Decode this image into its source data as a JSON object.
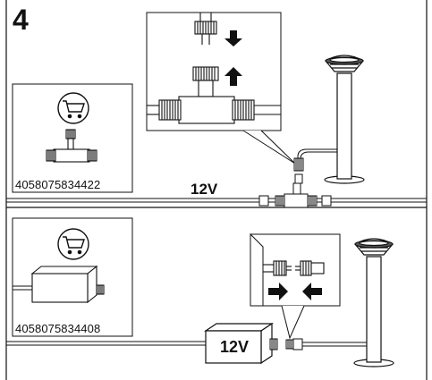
{
  "step_number": "4",
  "upper_panel": {
    "part_number": "4058075834422",
    "voltage_label": "12V",
    "cart_icon": "shopping-cart-icon",
    "detail_icons": [
      "arrow-down-icon",
      "arrow-up-icon"
    ]
  },
  "lower_panel": {
    "part_number": "4058075834408",
    "transformer_label": "12V",
    "cart_icon": "shopping-cart-icon",
    "detail_icons": [
      "arrow-right-icon",
      "arrow-left-icon"
    ]
  }
}
